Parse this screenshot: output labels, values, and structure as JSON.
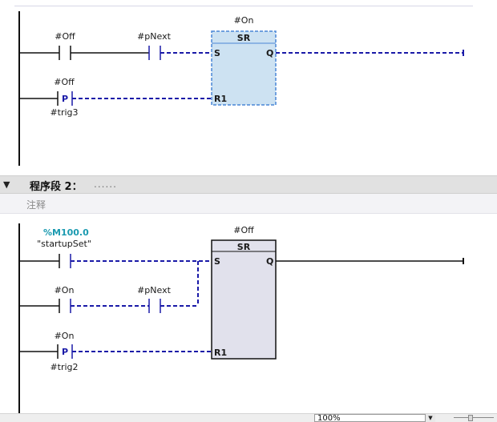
{
  "network1": {
    "block_instance": "#On",
    "block_type": "SR",
    "pin_s": "S",
    "pin_q": "Q",
    "pin_r1": "R1",
    "contact1_tag": "#Off",
    "contact2_tag": "#pNext",
    "edge_contact_tag": "#Off",
    "edge_contact_mark": "P",
    "edge_memory_tag": "#trig3"
  },
  "segment2": {
    "title": "程序段 2：",
    "dots": "......",
    "comment": "注释"
  },
  "network2": {
    "block_instance": "#Off",
    "block_type": "SR",
    "pin_s": "S",
    "pin_q": "Q",
    "pin_r1": "R1",
    "contact1_address": "%M100.0",
    "contact1_tag": "\"startupSet\"",
    "contact2_tag": "#On",
    "contact3_tag": "#pNext",
    "edge_contact_tag": "#On",
    "edge_contact_mark": "P",
    "edge_memory_tag": "#trig2"
  },
  "statusbar": {
    "zoom": "100%"
  },
  "colors": {
    "rung_active": "#1a1aa8",
    "rung_inactive": "#111111",
    "block_selected_fill": "#cde2f2",
    "block_selected_border": "#4a86d6",
    "block_fill": "#e1e1ec",
    "comment_bg": "#f3f3f6",
    "header_bg": "#e1e1e1",
    "address_color": "#1a9ab0"
  }
}
